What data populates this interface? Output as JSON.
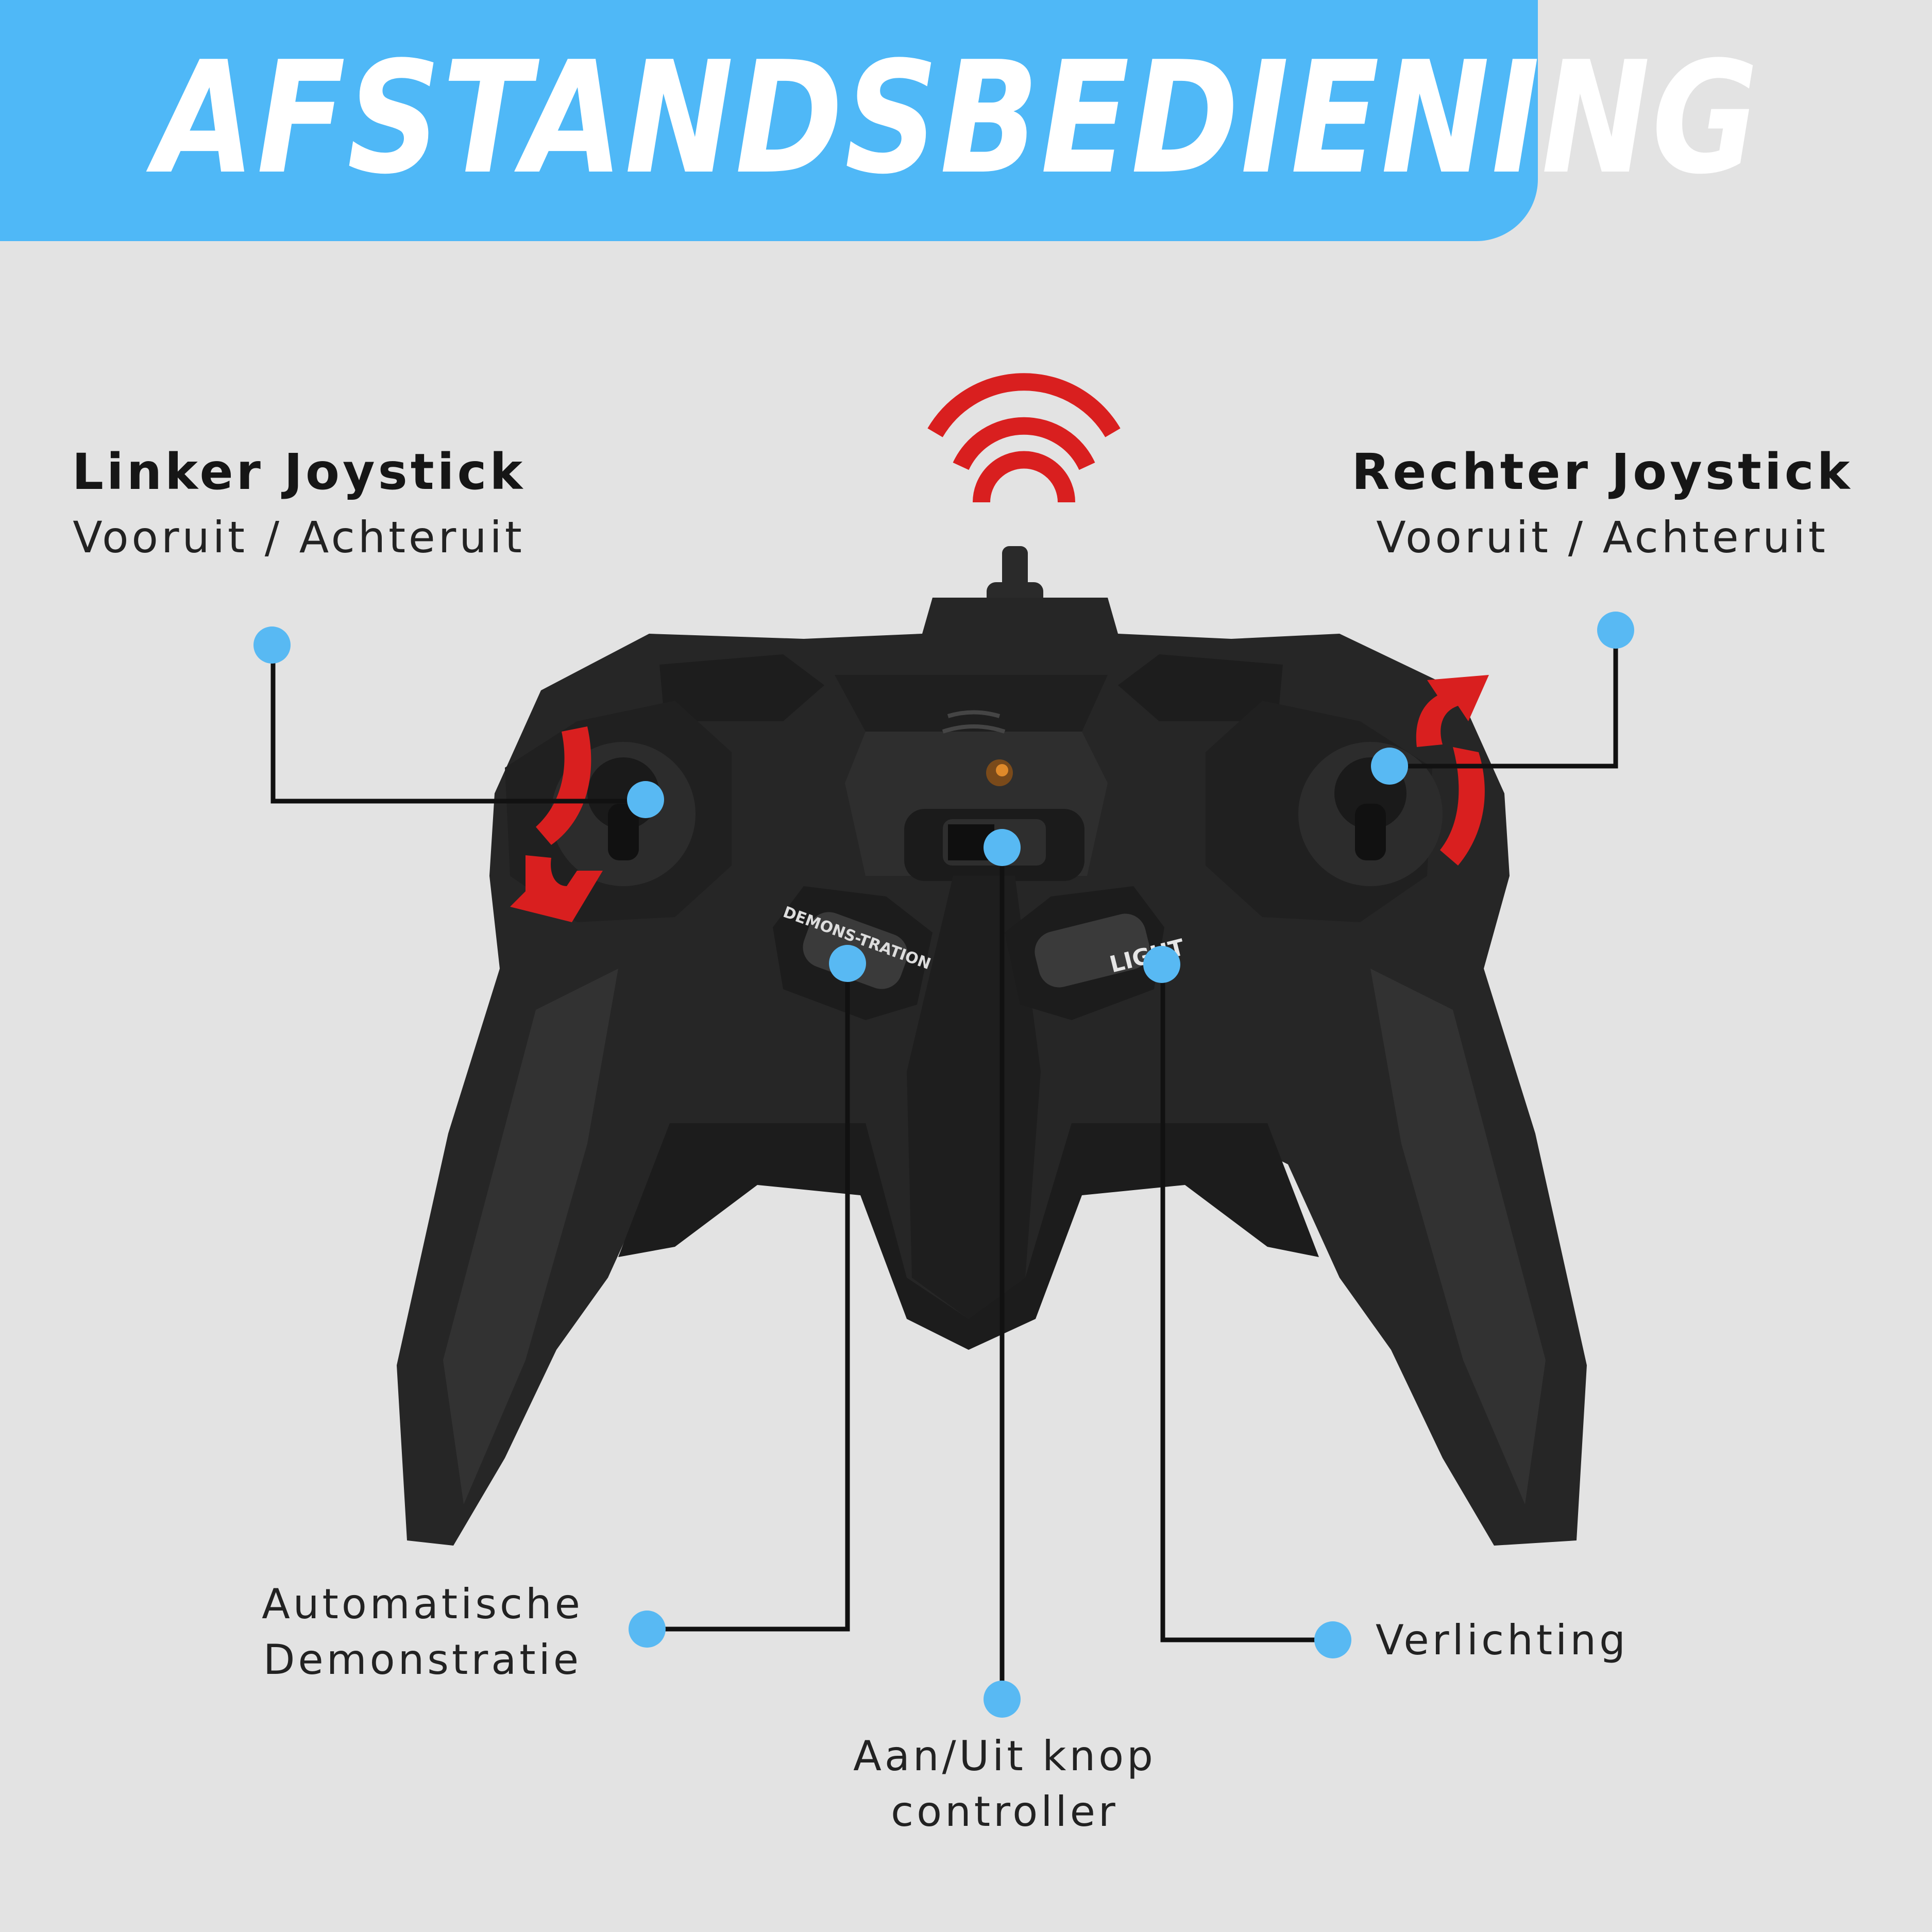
{
  "banner": {
    "title": "AFSTANDSBEDIENING"
  },
  "left_joystick": {
    "title": "Linker Joystick",
    "subtitle": "Vooruit / Achteruit"
  },
  "right_joystick": {
    "title": "Rechter Joystick",
    "subtitle": "Vooruit / Achteruit"
  },
  "demo_callout": {
    "line1": "Automatische",
    "line2": "Demonstratie"
  },
  "power_callout": {
    "line1": "Aan/Uit knop",
    "line2": "controller"
  },
  "light_callout": {
    "label": "Verlichting"
  },
  "controller": {
    "demo_button_label": "DEMONS-TRATION",
    "light_button_label": "LIGHT"
  },
  "colors": {
    "banner": "#4fb8f7",
    "background": "#e3e3e3",
    "callout_dot": "#58b9f3",
    "arrow_red": "#d91f1f",
    "controller_body": "#262626"
  }
}
